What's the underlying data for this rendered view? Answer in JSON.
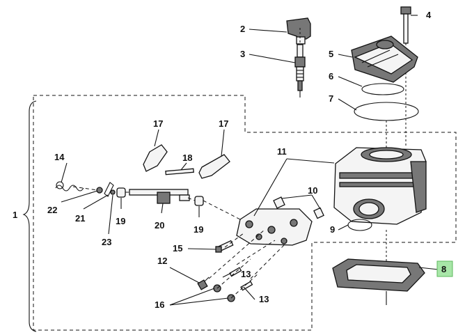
{
  "callouts": {
    "c1": "1",
    "c2": "2",
    "c3": "3",
    "c4": "4",
    "c5": "5",
    "c6": "6",
    "c7": "7",
    "c8": "8",
    "c9": "9",
    "c10": "10",
    "c11": "11",
    "c12": "12",
    "c13a": "13",
    "c13b": "13",
    "c14": "14",
    "c15": "15",
    "c16": "16",
    "c17a": "17",
    "c17b": "17",
    "c18": "18",
    "c19a": "19",
    "c19b": "19",
    "c20": "20",
    "c21": "21",
    "c22": "22",
    "c23": "23"
  },
  "colors": {
    "highlight": "#a8e6a8",
    "line": "#111111"
  }
}
